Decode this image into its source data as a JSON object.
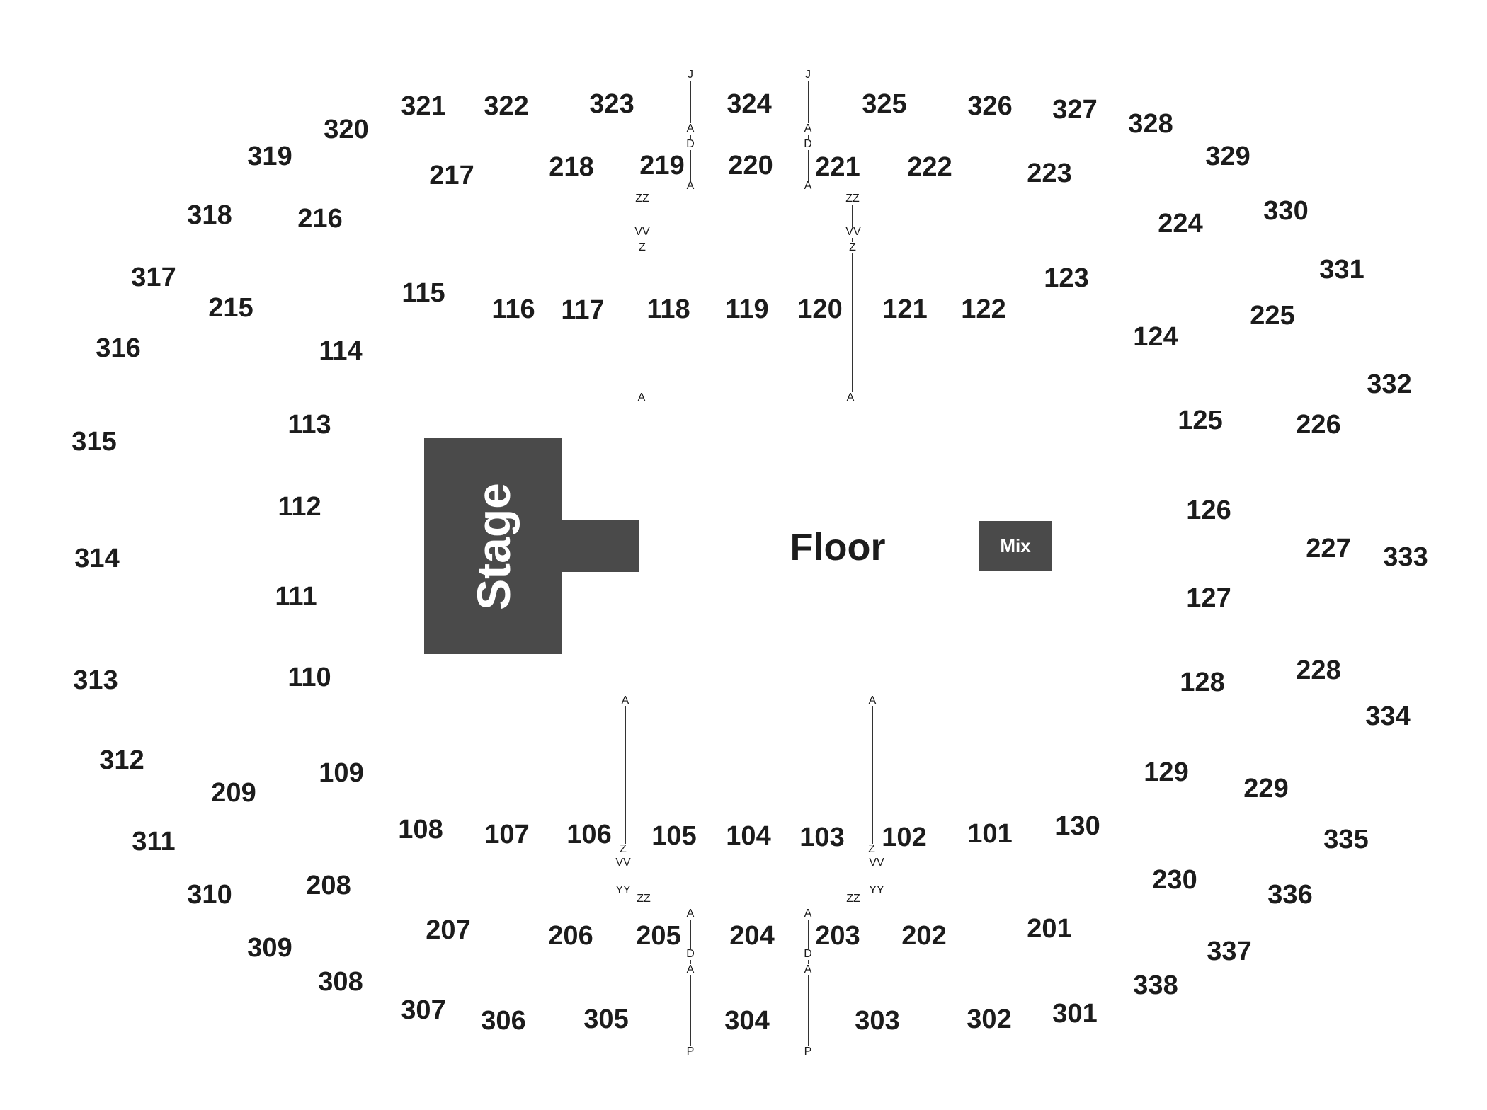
{
  "venue": {
    "stage_label": "Stage",
    "floor_label": "Floor",
    "mix_label": "Mix",
    "colors": {
      "stage": "#4a4a4a",
      "text": "#1c1c1c",
      "label_on_dark": "#ffffff",
      "background": "#ffffff"
    }
  },
  "sections": {
    "level_100": [
      "101",
      "102",
      "103",
      "104",
      "105",
      "106",
      "107",
      "108",
      "109",
      "110",
      "111",
      "112",
      "113",
      "114",
      "115",
      "116",
      "117",
      "118",
      "119",
      "120",
      "121",
      "122",
      "123",
      "124",
      "125",
      "126",
      "127",
      "128",
      "129",
      "130"
    ],
    "level_200": [
      "201",
      "202",
      "203",
      "204",
      "205",
      "206",
      "207",
      "208",
      "209",
      "215",
      "216",
      "217",
      "218",
      "219",
      "220",
      "221",
      "222",
      "223",
      "224",
      "225",
      "226",
      "227",
      "228",
      "229",
      "230"
    ],
    "level_300": [
      "301",
      "302",
      "303",
      "304",
      "305",
      "306",
      "307",
      "308",
      "309",
      "310",
      "311",
      "312",
      "313",
      "314",
      "315",
      "316",
      "317",
      "318",
      "319",
      "320",
      "321",
      "322",
      "323",
      "324",
      "325",
      "326",
      "327",
      "328",
      "329",
      "330",
      "331",
      "332",
      "333",
      "334",
      "335",
      "336",
      "337",
      "338"
    ]
  },
  "row_markers": {
    "top_left_lower": [
      "ZZ",
      "VV",
      "Z",
      "A"
    ],
    "top_right_lower": [
      "ZZ",
      "VV",
      "Z",
      "A"
    ],
    "top_left_upper": [
      "J",
      "A",
      "D",
      "A"
    ],
    "top_right_upper": [
      "J",
      "A",
      "D",
      "A"
    ],
    "bottom_left_lower": [
      "A",
      "Z",
      "VV",
      "YY",
      "ZZ"
    ],
    "bottom_right_lower": [
      "A",
      "Z",
      "VV",
      "YY",
      "ZZ"
    ],
    "bottom_left_upper": [
      "A",
      "D",
      "A",
      "P"
    ],
    "bottom_right_upper": [
      "A",
      "D",
      "A",
      "P"
    ]
  }
}
